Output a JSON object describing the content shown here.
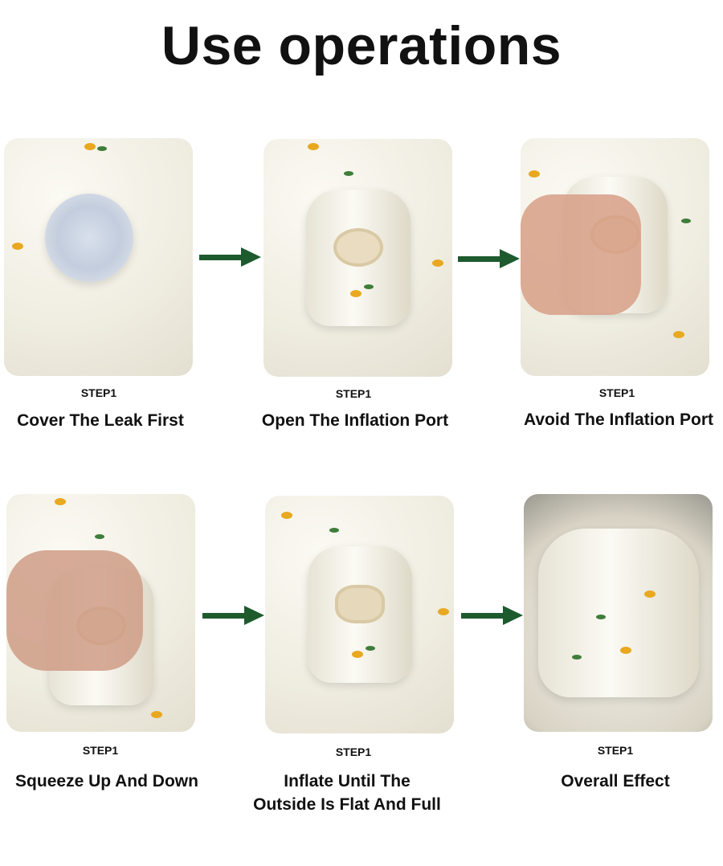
{
  "title": "Use operations",
  "arrow_color": "#1d5a2e",
  "steps": [
    {
      "label": "STEP1",
      "caption": "Cover The Leak First"
    },
    {
      "label": "STEP1",
      "caption": "Open The Inflation Port"
    },
    {
      "label": "STEP1",
      "caption": "Avoid The Inflation Port"
    },
    {
      "label": "STEP1",
      "caption": "Squeeze Up And Down"
    },
    {
      "label": "STEP1",
      "caption_line1": "Inflate Until The",
      "caption_line2": "Outside Is Flat And Full"
    },
    {
      "label": "STEP1",
      "caption": "Overall Effect"
    }
  ]
}
